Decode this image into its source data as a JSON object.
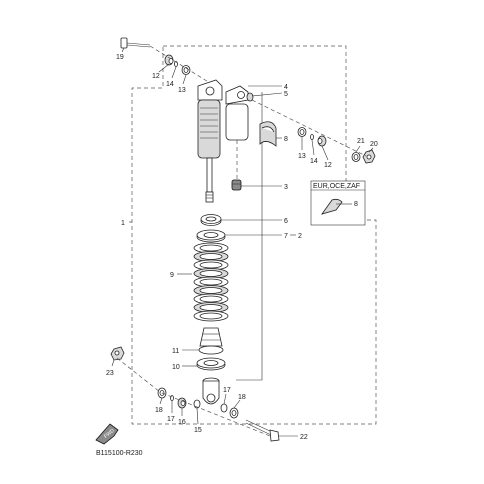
{
  "diagram": {
    "callouts": [
      "1",
      "2",
      "3",
      "4",
      "5",
      "6",
      "7",
      "8",
      "9",
      "10",
      "11",
      "12",
      "13",
      "14",
      "15",
      "16",
      "17",
      "18",
      "19",
      "20",
      "21",
      "22",
      "23"
    ],
    "region_box": {
      "text": "EUR,OCE,ZAF",
      "part": "8"
    },
    "front_tag": "FWD",
    "diagram_code": "B115100-R230"
  }
}
